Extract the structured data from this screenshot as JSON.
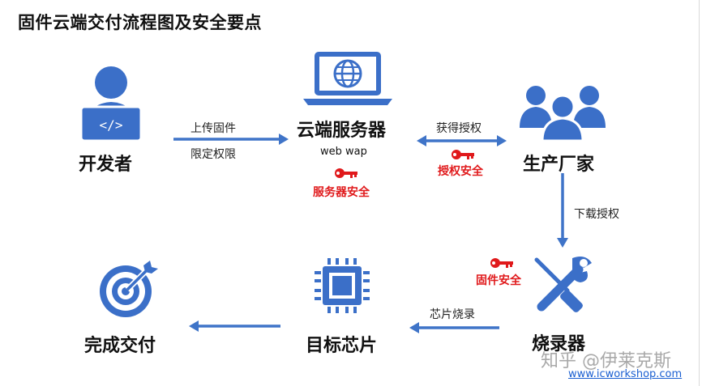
{
  "title": "固件云端交付流程图及安全要点",
  "nodes": {
    "developer": "开发者",
    "cloud_server": "云端服务器",
    "manufacturer": "生产厂家",
    "programmer": "烧录器",
    "target_chip": "目标芯片",
    "delivery": "完成交付"
  },
  "edges": {
    "upload_firmware": "上传固件",
    "limit_permissions": "限定权限",
    "get_authorization": "获得授权",
    "download_authorization": "下载授权",
    "chip_programming": "芯片烧录"
  },
  "server_sub_label": "web wap",
  "security": {
    "server": "服务器安全",
    "authorization": "授权安全",
    "firmware": "固件安全"
  },
  "watermark": "知乎 @伊莱克斯",
  "website": "www.icworkshop.com",
  "colors": {
    "icon_blue": "#3b6fc8",
    "arrow_blue": "#3f74c8",
    "security_red": "#e0191b"
  },
  "icons": [
    "developer-laptop-icon",
    "cloud-server-laptop-icon",
    "manufacturer-group-icon",
    "wrench-screwdriver-icon",
    "chip-icon",
    "target-icon",
    "key-icon"
  ]
}
